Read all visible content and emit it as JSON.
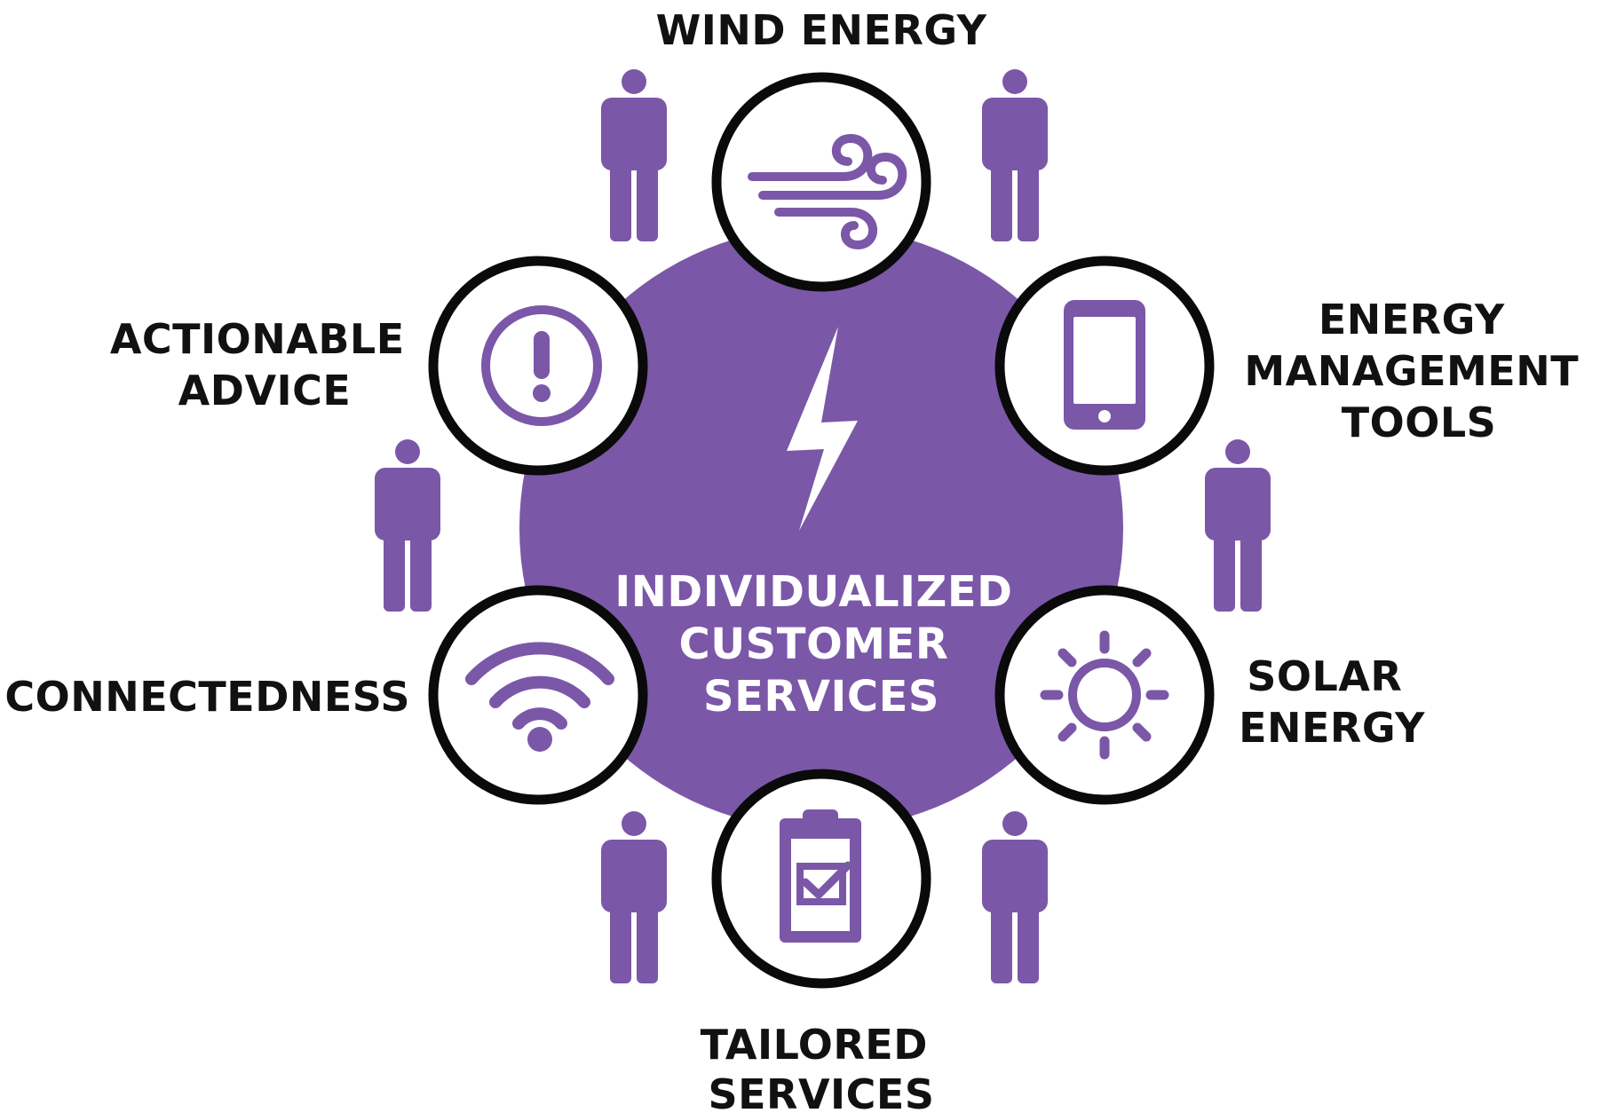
{
  "colors": {
    "accent": "#7b57a8",
    "ring_stroke": "#0a0a0a",
    "label_text": "#111111",
    "center_text": "#ffffff",
    "background": "#ffffff"
  },
  "center": {
    "icon": "lightning-bolt-icon",
    "lines": [
      "INDIVIDUALIZED",
      "CUSTOMER",
      "SERVICES"
    ]
  },
  "nodes": {
    "wind": {
      "icon": "wind-icon",
      "lines": [
        "WIND ENERGY"
      ]
    },
    "energy_tools": {
      "icon": "smartphone-icon",
      "lines": [
        "ENERGY",
        "MANAGEMENT",
        "TOOLS"
      ]
    },
    "solar": {
      "icon": "sun-icon",
      "lines": [
        "SOLAR",
        "ENERGY"
      ]
    },
    "tailored": {
      "icon": "clipboard-check-icon",
      "lines": [
        "TAILORED",
        "SERVICES"
      ]
    },
    "connectedness": {
      "icon": "wifi-icon",
      "lines": [
        "CONNECTEDNESS"
      ]
    },
    "advice": {
      "icon": "exclamation-circle-icon",
      "lines": [
        "ACTIONABLE",
        "ADVICE"
      ]
    }
  },
  "people": {
    "icon": "person-icon",
    "count": 6
  }
}
